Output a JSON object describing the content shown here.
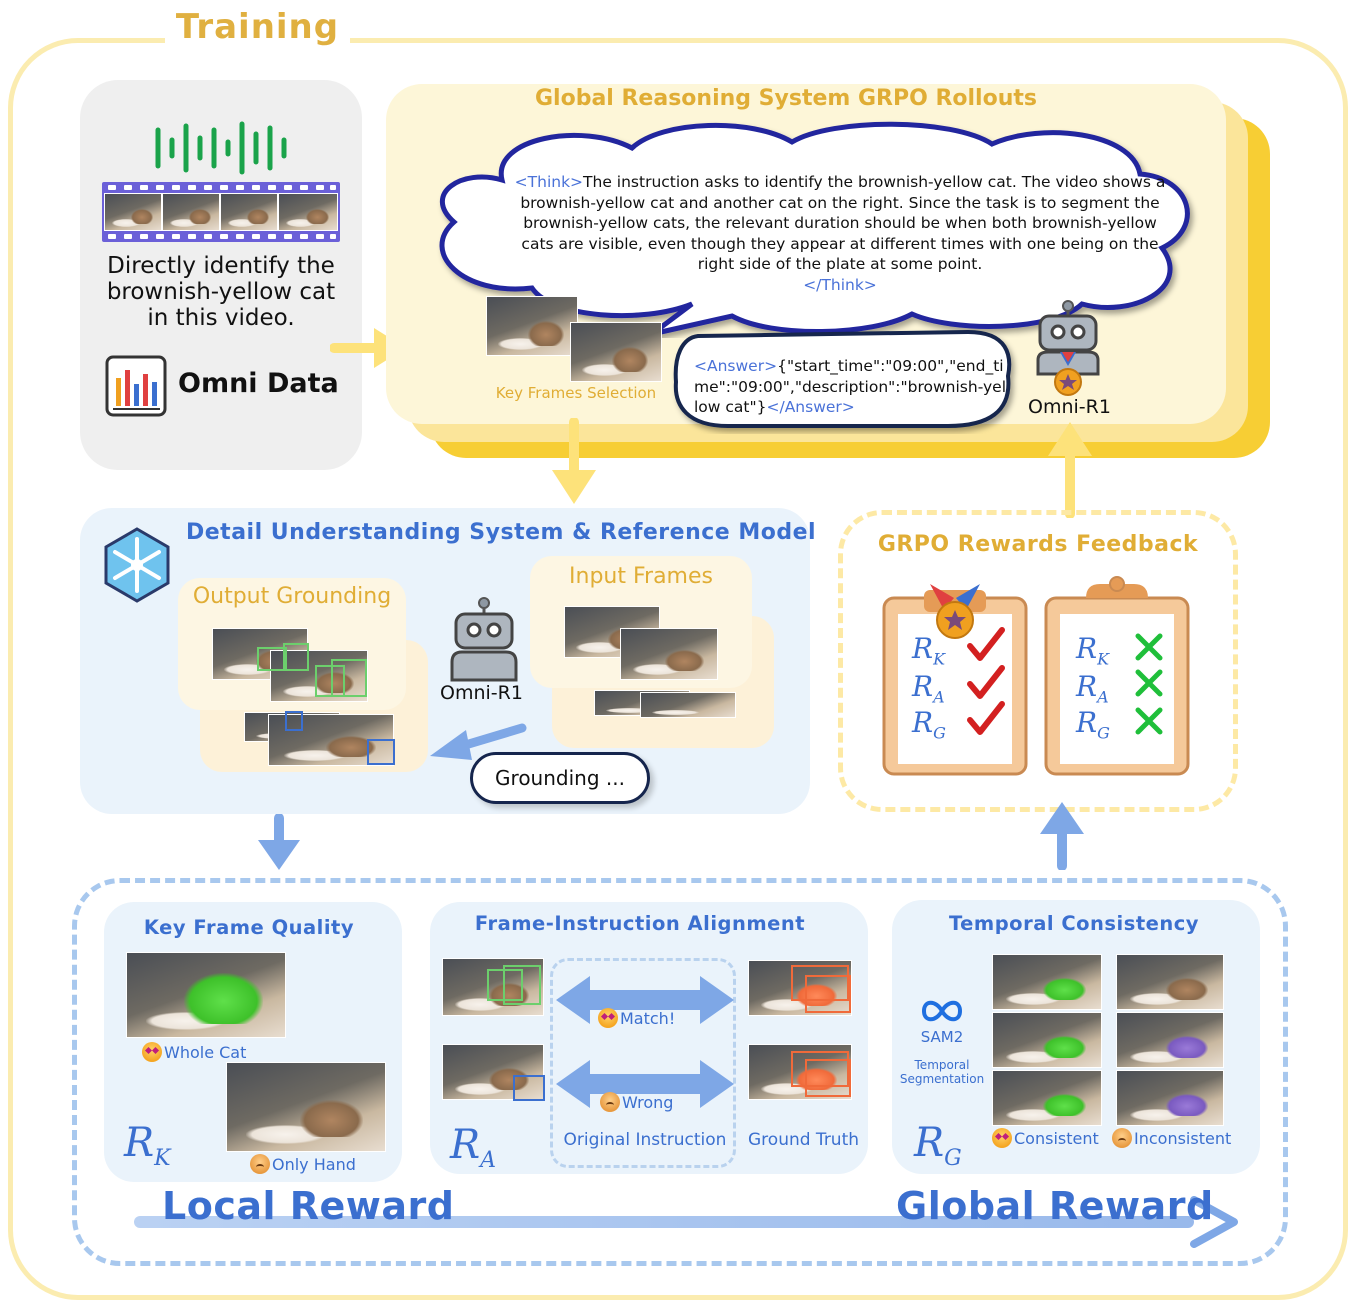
{
  "title": "Training",
  "input": {
    "instruction": "Directly identify the brownish-yellow cat in this video.",
    "data_label": "Omni Data"
  },
  "rollout": {
    "title": "Global Reasoning System GRPO Rollouts",
    "think_open": "<Think>",
    "think_text": "The instruction asks to identify the brownish-yellow cat. The video shows a brownish-yellow cat and another cat on the right. Since the task is to segment the brownish-yellow cats, the relevant duration should be when both brownish-yellow cats are visible, even though they appear at different times with one being on the right side of the plate at some point.",
    "think_close": "</Think>",
    "answer_open": "<Answer>",
    "answer_text": "{\"start_time\":\"09:00\",\"end_time\":\"09:00\",\"description\":\"brownish-yellow cat\"}",
    "answer_close": "</Answer>",
    "key_frames_label": "Key Frames Selection",
    "robot_label": "Omni-R1"
  },
  "detail": {
    "title": "Detail Understanding System & Reference Model",
    "output_grounding": "Output Grounding",
    "input_frames": "Input Frames",
    "robot_label": "Omni-R1",
    "grounding_bubble": "Grounding ..."
  },
  "feedback": {
    "title": "GRPO Rewards Feedback",
    "left_card": {
      "items": [
        "R_K",
        "R_A",
        "R_G"
      ],
      "status": "check"
    },
    "right_card": {
      "items": [
        "R_K",
        "R_A",
        "R_G"
      ],
      "status": "cross"
    }
  },
  "rewards": {
    "key_frame": {
      "title": "Key Frame Quality",
      "good": "Whole Cat",
      "bad": "Only Hand",
      "symbol": "R",
      "sub": "K"
    },
    "alignment": {
      "title": "Frame-Instruction Alignment",
      "match": "Match!",
      "wrong": "Wrong",
      "original": "Original Instruction",
      "gt": "Ground Truth",
      "symbol": "R",
      "sub": "A"
    },
    "temporal": {
      "title": "Temporal Consistency",
      "sam2": "SAM2",
      "seg1": "Temporal",
      "seg2": "Segmentation",
      "good": "Consistent",
      "bad": "Inconsistent",
      "symbol": "R",
      "sub": "G"
    },
    "local_label": "Local Reward",
    "global_label": "Global Reward"
  },
  "colors": {
    "gold": "#e0ad35",
    "blue": "#3b6fcf",
    "yellow_arrow": "#fde27a",
    "blue_arrow": "#7ea7e6",
    "check_red": "#d32020",
    "cross_green": "#1fbf3a"
  }
}
